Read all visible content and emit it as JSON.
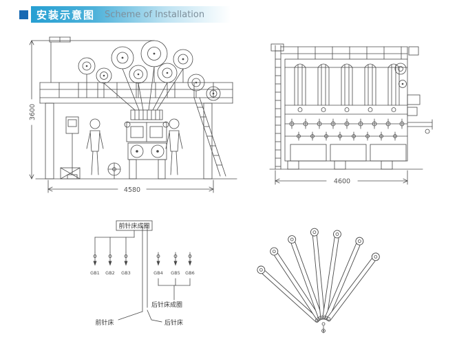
{
  "header": {
    "title_zh": "安装示意图",
    "title_en": "Scheme of Installation"
  },
  "colors": {
    "bullet": "#1769b3",
    "banner_accent": "#269fd2",
    "line": "#474747"
  },
  "front_view": {
    "dim_height": "3600",
    "dim_width": "4580"
  },
  "side_view": {
    "dim_width": "4600"
  },
  "threading_diagram": {
    "top_label": "前针床成圈",
    "back_loop_label": "后针床成圈",
    "front_bed_label": "前针床",
    "back_bed_label": "后针床",
    "guide_bars": [
      "GB1",
      "GB2",
      "GB3",
      "GB4",
      "GB5",
      "GB6"
    ]
  }
}
